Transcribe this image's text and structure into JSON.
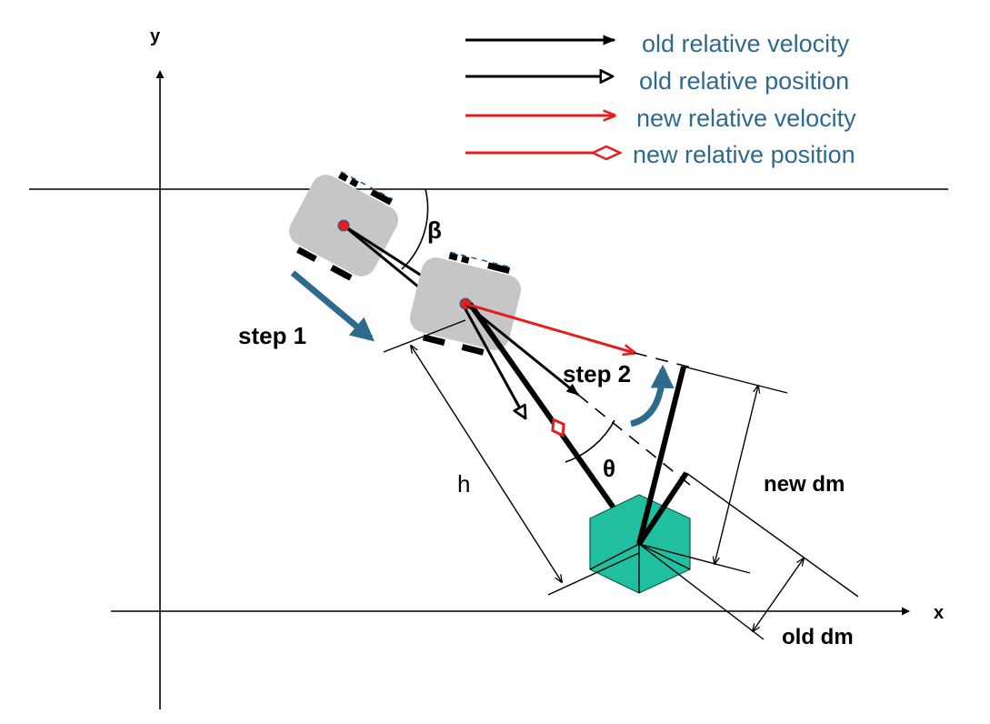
{
  "axes": {
    "x_label": "x",
    "y_label": "y"
  },
  "legend": [
    {
      "label": "old relative velocity",
      "color": "#000000",
      "marker": "arrow"
    },
    {
      "label": "old relative position",
      "color": "#000000",
      "marker": "open-triangle"
    },
    {
      "label": "new relative velocity",
      "color": "#e51d1d",
      "marker": "arrow"
    },
    {
      "label": "new relative position",
      "color": "#e51d1d",
      "marker": "open-diamond"
    }
  ],
  "labels": {
    "beta": "β",
    "theta": "θ",
    "step1": "step 1",
    "step2": "step 2",
    "h": "h",
    "new_dm": "new dm",
    "old_dm": "old dm"
  },
  "colors": {
    "legend_text": "#2e6a8e",
    "robot_fill": "#c6c6c6",
    "wheel": "#1f5f8a",
    "robot_center": "#e51d1d",
    "obstacle_fill": "#1fbf9f",
    "step_arrow": "#2e6a8e",
    "new_velocity": "#e51d1d"
  },
  "icons": {
    "robot": "robot-body-icon",
    "obstacle": "hexagon-obstacle-icon"
  }
}
